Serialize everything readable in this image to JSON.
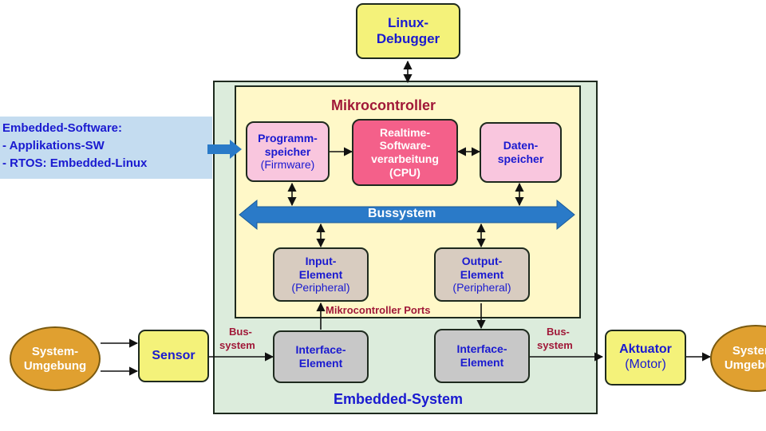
{
  "colors": {
    "embedded_bg": "#dcecdc",
    "micro_bg": "#fff8c8",
    "pink_box": "#f9c6de",
    "cpu_box": "#f4608a",
    "gray_box": "#d8ccc0",
    "yellow_box": "#f4f27a",
    "orange_ellipse": "#e0a030",
    "bus_arrow": "#2a7ac8",
    "software_band": "#c4dcf0",
    "label_red": "#a01838",
    "text_blue": "#1a1ad0"
  },
  "debugger": {
    "line1": "Linux-",
    "line2": "Debugger"
  },
  "software": {
    "line1": "Embedded-Software:",
    "line2": "- Applikations-SW",
    "line3": "- RTOS: Embedded-Linux"
  },
  "micro": {
    "title": "Mikrocontroller",
    "programm": {
      "line1": "Programm-",
      "line2": "speicher",
      "sub": "(Firmware)"
    },
    "cpu": {
      "line1": "Realtime-",
      "line2": "Software-",
      "line3": "verarbeitung",
      "sub": "(CPU)"
    },
    "daten": {
      "line1": "Daten-",
      "line2": "speicher"
    },
    "bus": "Bussystem",
    "input": {
      "line1": "Input-",
      "line2": "Element",
      "sub": "(Peripheral)"
    },
    "output": {
      "line1": "Output-",
      "line2": "Element",
      "sub": "(Peripheral)"
    },
    "ports": "Mikrocontroller Ports"
  },
  "interface_left": {
    "line1": "Interface-",
    "line2": "Element"
  },
  "interface_right": {
    "line1": "Interface-",
    "line2": "Element"
  },
  "embedded_title": "Embedded-System",
  "bus_left": {
    "line1": "Bus-",
    "line2": "system"
  },
  "bus_right": {
    "line1": "Bus-",
    "line2": "system"
  },
  "env_left": {
    "line1": "System-",
    "line2": "Umgebung"
  },
  "env_right": {
    "line1": "System-",
    "line2": "Umgebung"
  },
  "sensor": "Sensor",
  "aktuator": {
    "line1": "Aktuator",
    "sub": "(Motor)"
  }
}
